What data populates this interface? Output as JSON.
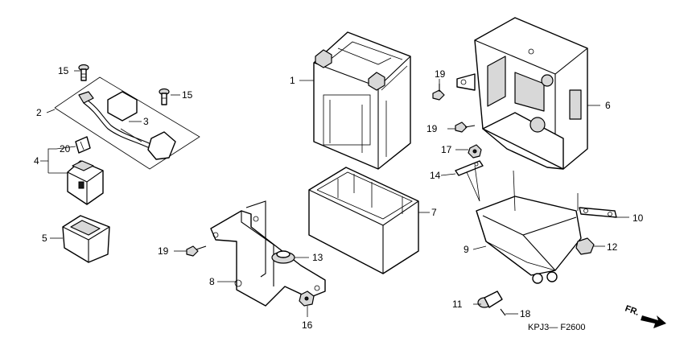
{
  "diagram": {
    "part_labels": [
      "1",
      "2",
      "3",
      "4",
      "5",
      "6",
      "7",
      "8",
      "9",
      "10",
      "11",
      "12",
      "13",
      "14",
      "15",
      "15",
      "16",
      "17",
      "18",
      "19",
      "19",
      "19",
      "20"
    ],
    "part_code": "KPJ3— F2600",
    "direction_label": "FR."
  }
}
